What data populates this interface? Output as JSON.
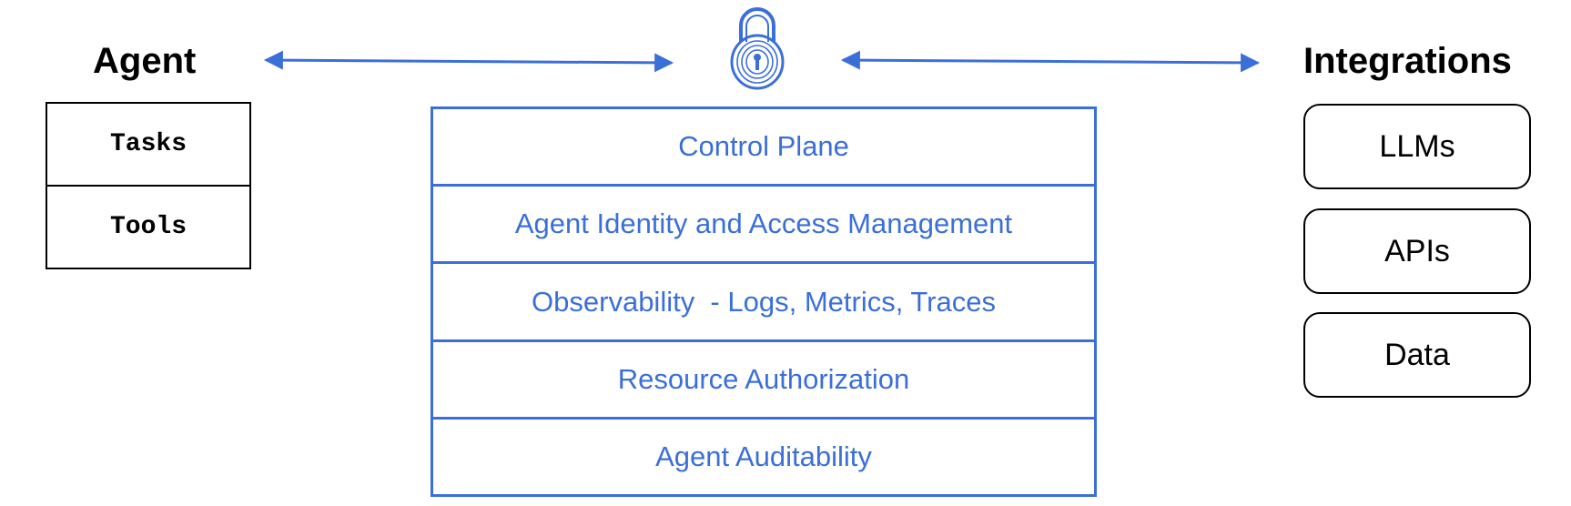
{
  "colors": {
    "accent": "#3b6fd8",
    "text": "#000000"
  },
  "agent": {
    "heading": "Agent",
    "items": [
      "Tasks",
      "Tools"
    ]
  },
  "integrations": {
    "heading": "Integrations",
    "items": [
      "LLMs",
      "APIs",
      "Data"
    ]
  },
  "platform": {
    "icon": "fingerprint-lock-icon",
    "layers": [
      "Control Plane",
      "Agent Identity and Access Management",
      "Observability  - Logs, Metrics, Traces",
      "Resource Authorization",
      "Agent Auditability"
    ]
  },
  "connectors": [
    {
      "name": "agent-to-platform",
      "style": "double-headed-arrow"
    },
    {
      "name": "platform-to-integrations",
      "style": "double-headed-arrow"
    }
  ]
}
